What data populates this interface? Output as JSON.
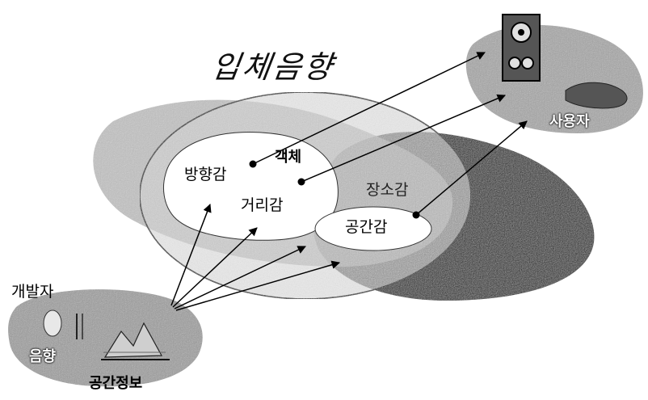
{
  "diagram": {
    "title": "입체음향",
    "nodes": {
      "direction": "방향감",
      "object": "객체",
      "distance": "거리감",
      "space_room": "공간감",
      "place": "장소감"
    },
    "actors": {
      "developer": "개발자",
      "sound": "음향",
      "spatial_info": "공간정보",
      "user": "사용자"
    },
    "colors": {
      "ink": "#000000",
      "dark_region": "#0c0c0c",
      "mid_gray": "#8a8a8a",
      "light_gray": "#c8c8c8",
      "white": "#ffffff"
    }
  }
}
